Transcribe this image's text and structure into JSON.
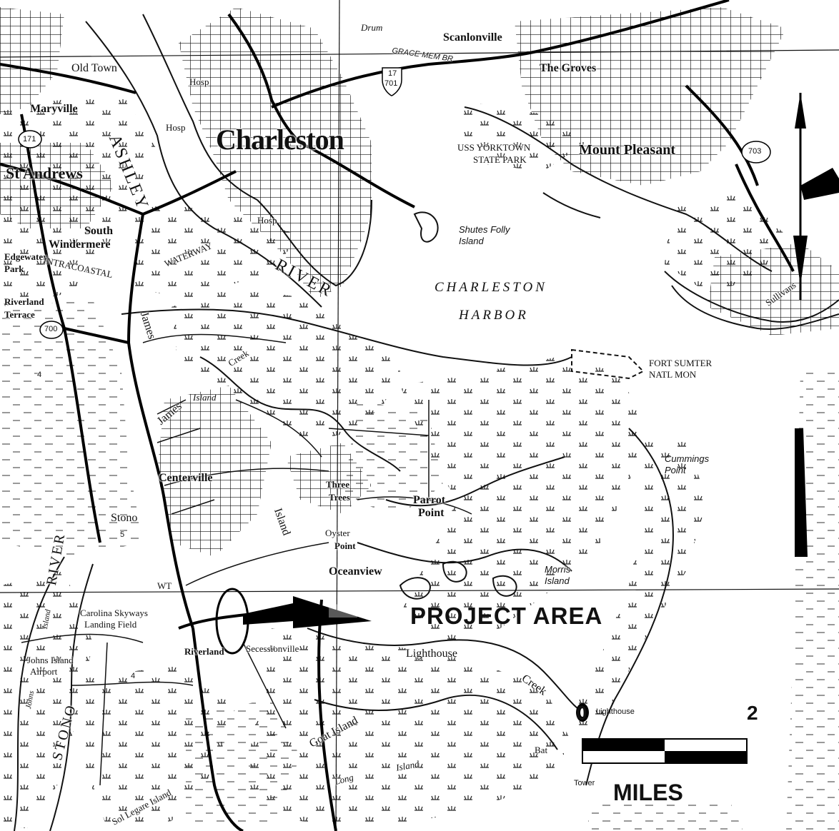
{
  "labels": {
    "drum": "Drum",
    "grace_bridge": "GRACE MEM BR",
    "scanlonville": "Scanlonville",
    "old_town": "Old Town",
    "the_groves": "The Groves",
    "maryville": "Maryville",
    "ashley": "ASHLEY",
    "hosp_1": "Hosp",
    "hosp_2": "Hosp",
    "hosp_3": "Hosp",
    "charleston": "Charleston",
    "uss_yorktown": "USS YORKTOWN",
    "state_park": "STATE PARK",
    "mount_pleasant": "Mount Pleasant",
    "st_andrews": "St Andrews",
    "shutes_folly_1": "Shutes Folly",
    "shutes_folly_2": "Island",
    "south_windermere_1": "South",
    "south_windermere_2": "Windermere",
    "edgewater_park_1": "Edgewater",
    "edgewater_park_2": "Park",
    "intracoastal": "INTRACOASTAL",
    "waterway": "WATERWAY",
    "river": "RIVER",
    "charleston_harbor_1": "CHARLESTON",
    "charleston_harbor_2": "HARBOR",
    "riverland_terrace_1": "Riverland",
    "riverland_terrace_2": "Terrace",
    "sullivans": "Sullivans",
    "james_creek": "James",
    "creek": "Creek",
    "fort_sumter_1": "FORT SUMTER",
    "fort_sumter_2": "NATL MON",
    "james_island_1": "James",
    "james_island_2": "Island",
    "cummings_point_1": "Cummings",
    "cummings_point_2": "Point",
    "centerville": "Centerville",
    "island_vertical": "Island",
    "three_trees_1": "Three",
    "three_trees_2": "Trees",
    "parrot_point_1": "Parrot",
    "parrot_point_2": "Point",
    "stono": "Stono",
    "oyster_point_1": "Oyster",
    "oyster_point_2": "Point",
    "oceanview": "Oceanview",
    "morris_island_1": "Morris",
    "morris_island_2": "Island",
    "wt": "WT",
    "carolina_skyways_1": "Carolina Skyways",
    "carolina_skyways_2": "Landing Field",
    "project_area": "PROJECT AREA",
    "stono_river_1": "RIVER",
    "stono_river_2": "STONO",
    "johns_island_airport_1": "Johns Island",
    "johns_island_airport_2": "Airport",
    "riverland": "Riverland",
    "secessionville": "Secessionville",
    "lighthouse_creek": "Lighthouse",
    "creek_2": "Creek",
    "lighthouse_legend": "Lighthouse",
    "goat_island": "Goat Island",
    "bat": "Bat",
    "long_island_1": "Long",
    "long_island_2": "Island",
    "sol_legare": "Sol Legare Island",
    "johns": "Johns",
    "island_small": "Island",
    "tower": "Tower",
    "hwy_17": "17",
    "hwy_701": "701",
    "hwy_703": "703",
    "hwy_171": "171",
    "hwy_700": "700",
    "rd_4": "4",
    "rd_5": "5",
    "rd_4b": "4"
  },
  "scale": {
    "start": "0",
    "end": "2",
    "unit": "MILES"
  },
  "colors": {
    "ink": "#111111",
    "paper": "#ffffff"
  },
  "icons": {
    "project_arrow": "left-arrow-icon",
    "north_arrow": "north-arrow-icon",
    "lighthouse": "lighthouse-icon"
  }
}
